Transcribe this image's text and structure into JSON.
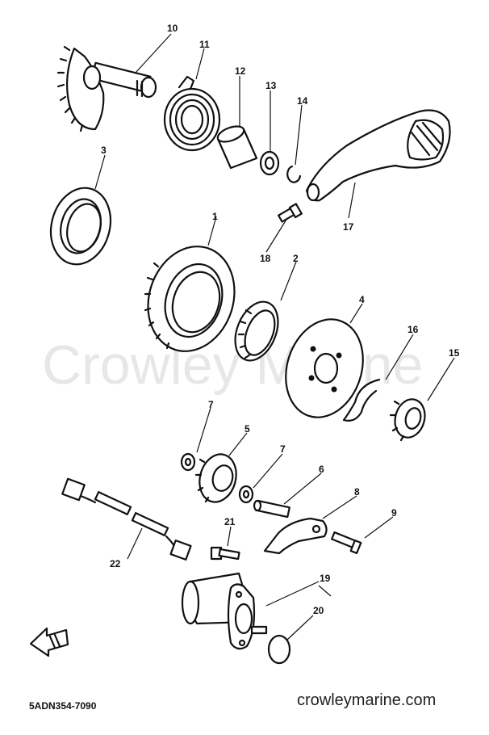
{
  "watermark": "Crowley Marine",
  "footer": {
    "drawing_code": "5ADN354-7090",
    "site": "crowleymarine.com"
  },
  "callouts": [
    {
      "id": "1",
      "label": "1"
    },
    {
      "id": "2",
      "label": "2"
    },
    {
      "id": "3",
      "label": "3"
    },
    {
      "id": "4",
      "label": "4"
    },
    {
      "id": "5",
      "label": "5"
    },
    {
      "id": "6",
      "label": "6"
    },
    {
      "id": "7a",
      "label": "7"
    },
    {
      "id": "7b",
      "label": "7"
    },
    {
      "id": "8",
      "label": "8"
    },
    {
      "id": "9",
      "label": "9"
    },
    {
      "id": "10",
      "label": "10"
    },
    {
      "id": "11",
      "label": "11"
    },
    {
      "id": "12",
      "label": "12"
    },
    {
      "id": "13",
      "label": "13"
    },
    {
      "id": "14",
      "label": "14"
    },
    {
      "id": "15",
      "label": "15"
    },
    {
      "id": "16",
      "label": "16"
    },
    {
      "id": "17",
      "label": "17"
    },
    {
      "id": "18",
      "label": "18"
    },
    {
      "id": "19",
      "label": "19"
    },
    {
      "id": "20",
      "label": "20"
    },
    {
      "id": "21",
      "label": "21"
    },
    {
      "id": "22",
      "label": "22"
    }
  ],
  "front_arrow": {
    "icon": "front-arrow-icon"
  }
}
